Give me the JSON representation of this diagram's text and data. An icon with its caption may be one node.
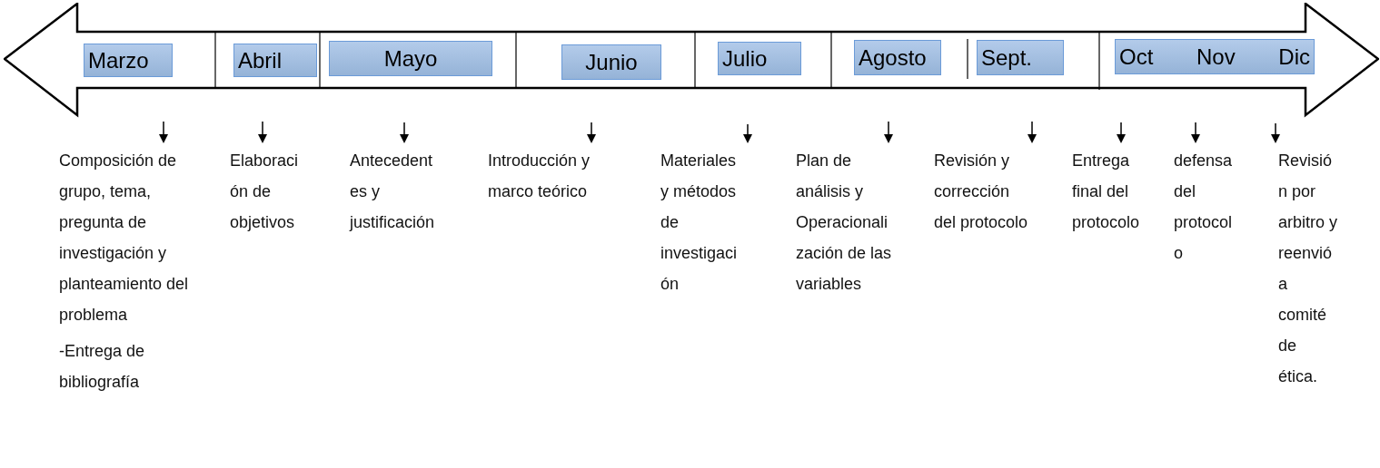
{
  "diagram": {
    "nodes": [
      {
        "text": [],
        "shape": "arrow"
      },
      {
        "text": [
          "Marzo"
        ],
        "in": 0
      },
      {
        "text": [
          "Abril"
        ],
        "in": 0
      },
      {
        "text": [
          "Mayo"
        ],
        "in": 0
      },
      {
        "text": [
          "Junio"
        ],
        "in": 0
      },
      {
        "text": [
          "Julio"
        ],
        "in": 0
      },
      {
        "text": [
          "Agosto"
        ],
        "in": 0
      },
      {
        "text": [
          "Sept."
        ],
        "in": 0
      },
      {
        "text": [
          "Oct",
          "Nov",
          "Dic"
        ],
        "in": 0
      },
      {
        "text": [
          "Composición de grupo, tema, pregunta de investigación y planteamiento del problema",
          "-Entrega de bibliografía"
        ]
      },
      {
        "text": [
          "Elaboración de objetivos"
        ]
      },
      {
        "text": [
          "Antecedentes y justificación"
        ]
      },
      {
        "text": [
          "Introducción y marco teórico"
        ]
      },
      {
        "text": [
          "Materiales y métodos de investigación"
        ]
      },
      {
        "text": [
          "Plan de análisis y Operacionalización de las variables"
        ]
      },
      {
        "text": [
          "Revisión y corrección del protocolo"
        ]
      },
      {
        "text": [
          "Entrega final del protocolo"
        ]
      },
      {
        "text": [
          "defensa del protocolo"
        ]
      },
      {
        "text": [
          "Revisión por arbitro y reenvió a comité de ética."
        ]
      }
    ],
    "edges": [
      {
        "from": null,
        "to": 9,
        "arrow": "to"
      },
      {
        "from": null,
        "to": 10,
        "arrow": "to"
      },
      {
        "from": null,
        "to": 11,
        "arrow": "to"
      },
      {
        "from": null,
        "to": 12,
        "arrow": "to"
      },
      {
        "from": null,
        "to": 13,
        "arrow": "to"
      },
      {
        "from": null,
        "to": 14,
        "arrow": "to"
      },
      {
        "from": null,
        "to": 15,
        "arrow": "to"
      },
      {
        "from": null,
        "to": 16,
        "arrow": "to"
      },
      {
        "from": null,
        "to": 17,
        "arrow": "to"
      },
      {
        "from": null,
        "to": 18,
        "arrow": "to"
      }
    ]
  }
}
